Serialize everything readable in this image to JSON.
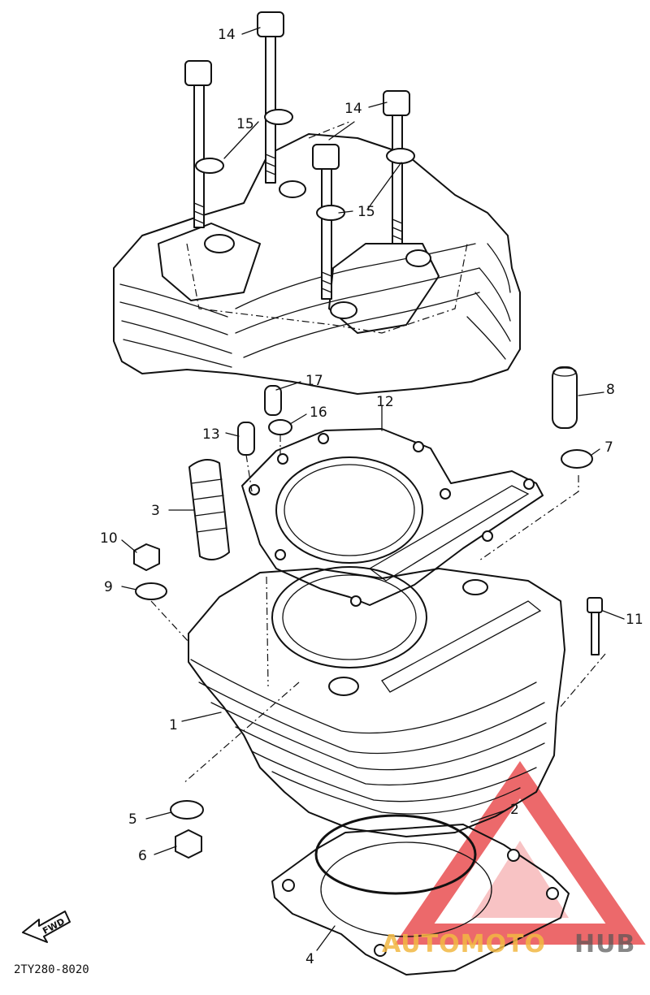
{
  "diagram": {
    "part_labels": {
      "cylinder": "1",
      "o_ring": "2",
      "chain_guide": "3",
      "base_gasket": "4",
      "washer_5": "5",
      "nut_6": "6",
      "washer_7": "7",
      "dowel_8": "8",
      "washer_9": "9",
      "nut_10": "10",
      "bolt_11": "11",
      "head_gasket": "12",
      "dowel_13": "13",
      "bolt_14_left": "14",
      "bolt_14_right": "14",
      "washer_15_left": "15",
      "washer_15_right": "15",
      "oring_16": "16",
      "dowel_17": "17"
    },
    "drawing_code": "2TY280-8020",
    "fwd_label": "FWD"
  },
  "watermark": {
    "text_part1": "AUTOMOTO",
    "text_part2": "HUB",
    "color_primary": "#e6373a",
    "color_secondary": "#f2b843"
  },
  "colors": {
    "ink": "#111111",
    "paper": "#ffffff"
  }
}
